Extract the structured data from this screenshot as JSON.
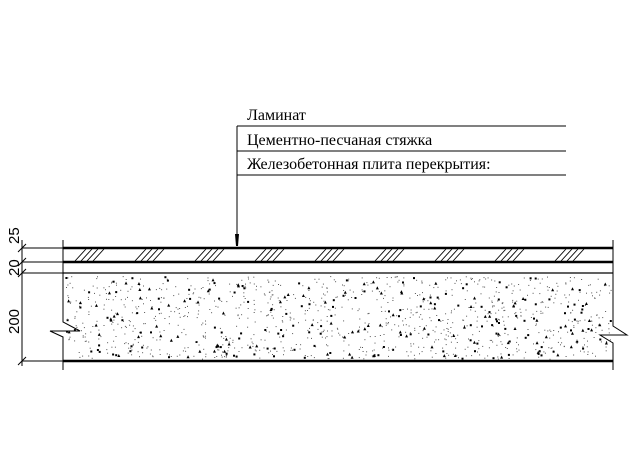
{
  "callout": {
    "layers": [
      "Ламинат",
      "Цементно-песчаная стяжка",
      "Железобетонная плита перекрытия:"
    ]
  },
  "dimensions": {
    "laminate": "25",
    "screed": "20",
    "slab": "200"
  },
  "colors": {
    "line": "#000000",
    "background": "#ffffff"
  }
}
